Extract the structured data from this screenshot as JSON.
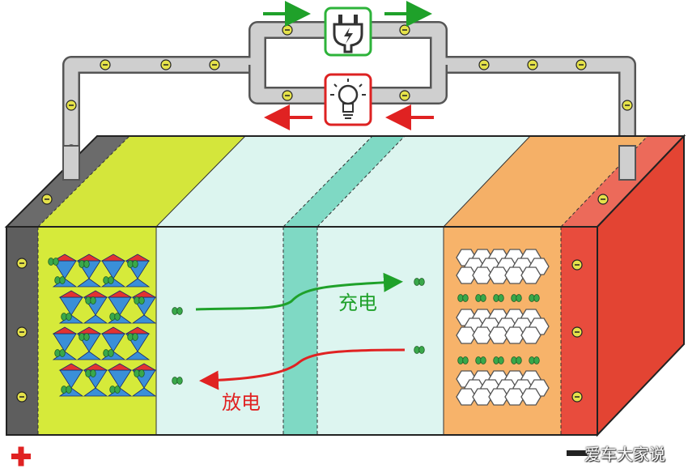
{
  "labels": {
    "charge": "充电",
    "discharge": "放电",
    "positive_terminal": "+",
    "negative_terminal": "−"
  },
  "watermark": "爱车大家说",
  "icons": {
    "top_device": "power-plug-icon",
    "bottom_device": "light-bulb-icon",
    "electron": "electron-icon",
    "lithium_ion": "lithium-ion-icon"
  },
  "colors": {
    "charge_flow": "#1fa12a",
    "discharge_flow": "#e02222",
    "positive_collector": "#6e6e6e",
    "cathode": "#d6ea3a",
    "electrolyte": "#ddf5f0",
    "separator": "#7fd9c4",
    "anode": "#f7b36a",
    "negative_collector": "#e84c3d",
    "wire": "#c8c8c8"
  }
}
